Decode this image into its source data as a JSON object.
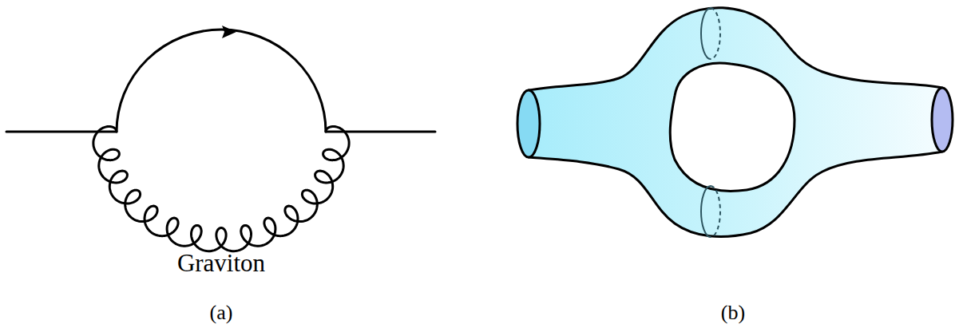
{
  "diagram": {
    "labels": [
      "Graviton",
      "(a)",
      "(b)"
    ]
  }
}
